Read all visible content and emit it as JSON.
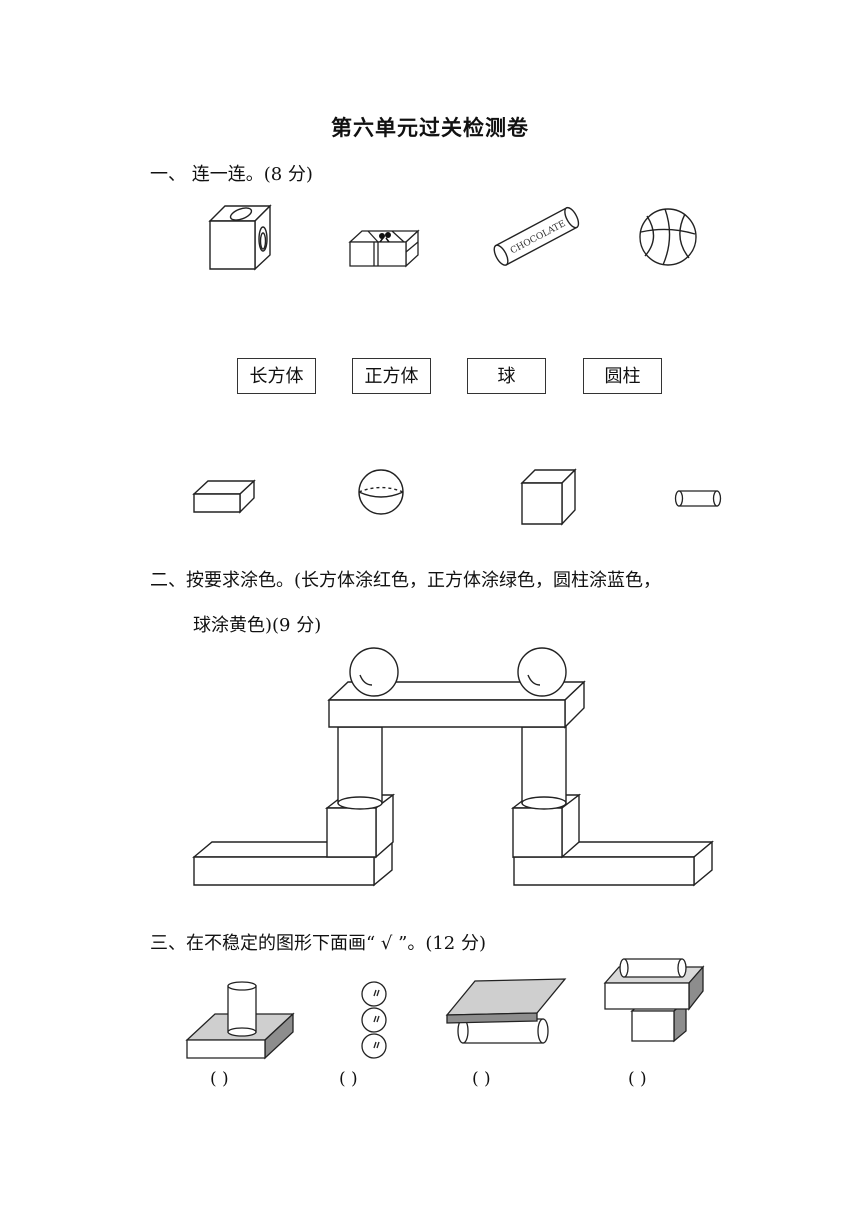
{
  "title": "第六单元过关检测卷",
  "q1": {
    "heading": "一、  连一连。(8 分)",
    "package_text": "CHOCOLATE",
    "labels": [
      "长方体",
      "正方体",
      "球",
      "圆柱"
    ]
  },
  "q2": {
    "heading_line1": "二、按要求涂色。(长方体涂红色，正方体涂绿色，圆柱涂蓝色，",
    "heading_line2": "球涂黄色)(9 分)"
  },
  "q3": {
    "heading": "三、在不稳定的图形下面画“ √ ”。(12 分)",
    "answer_blank": "(          )"
  }
}
